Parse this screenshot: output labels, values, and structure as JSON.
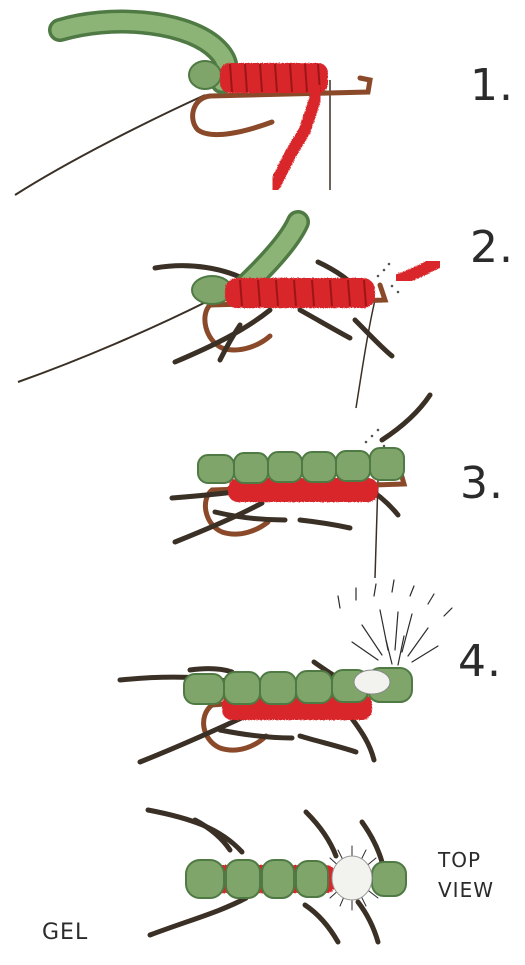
{
  "steps": [
    {
      "label": "1."
    },
    {
      "label": "2."
    },
    {
      "label": "3."
    },
    {
      "label": "4."
    }
  ],
  "top_view": {
    "line1": "TOP",
    "line2": "VIEW"
  },
  "signature": "GEL",
  "colors": {
    "foam_green": "#7fa56a",
    "foam_green_dark": "#4f7a44",
    "chenille_red": "#d8262a",
    "hook_brown": "#8a4a2a",
    "legs_dark": "#3b3025",
    "hackle_white": "#f2f2ee"
  }
}
